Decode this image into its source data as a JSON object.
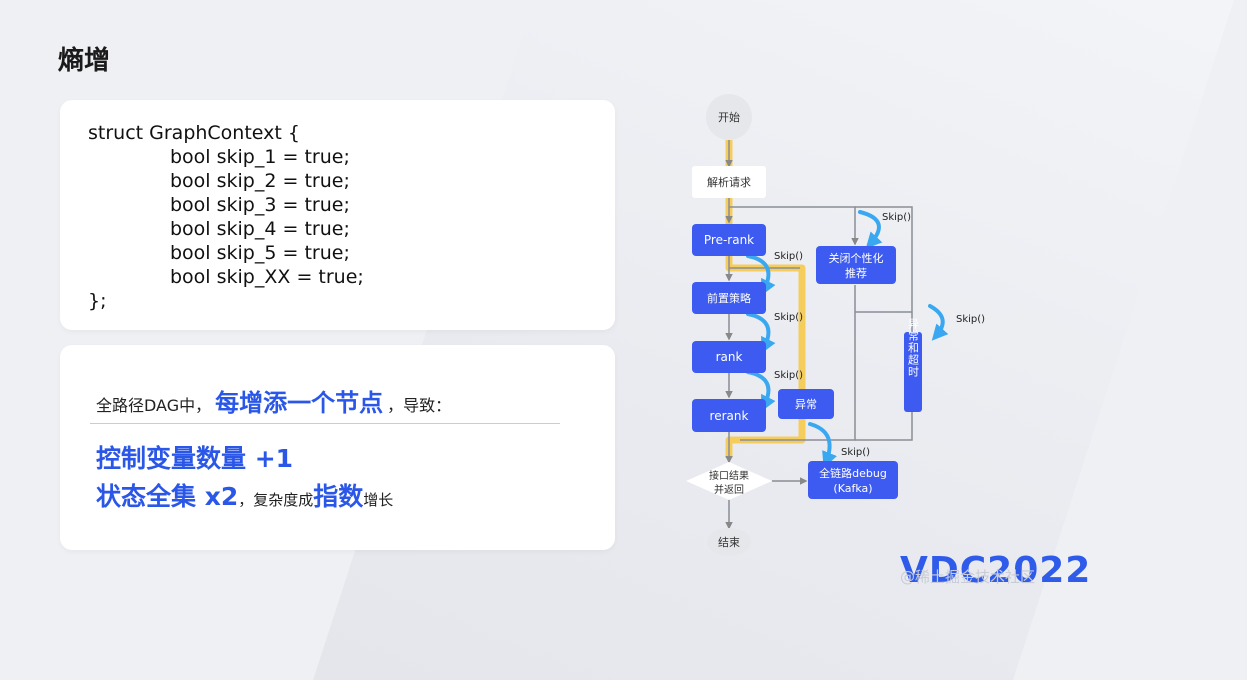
{
  "title": "熵增",
  "code": {
    "lines": [
      "struct GraphContext {",
      "bool skip_1 = true;",
      "bool skip_2 = true;",
      "bool skip_3 = true;",
      "bool skip_4 = true;",
      "bool skip_5 = true;",
      "bool skip_XX = true;",
      "};"
    ]
  },
  "explain": {
    "prefix": "全路径DAG中，",
    "highlight": "每增添一个节点",
    "suffix": "，导致：",
    "line1": "控制变量数量 +1",
    "line2_main": "状态全集 x2",
    "line2_mid": "，复杂度成",
    "line2_hi": "指数",
    "line2_tail": "增长"
  },
  "flow": {
    "start": "开始",
    "parse": "解析请求",
    "prerank": "Pre-rank",
    "prestrategy": "前置策略",
    "rank": "rank",
    "rerank": "rerank",
    "personal_line1": "关闭个性化",
    "personal_line2": "推荐",
    "exception": "异常",
    "timeout": "异常和超时",
    "merge_line1": "接口结果",
    "merge_line2": "并返回",
    "debug_line1": "全链路debug",
    "debug_line2": "(Kafka)",
    "end": "结束",
    "skip_label": "Skip()"
  },
  "branding": {
    "logo": "VDC2022",
    "watermark": "@稀土掘金技术社区"
  },
  "colors": {
    "blue": "#3d5bf0",
    "arrow": "#3aa8f0",
    "highlight": "#f5cd5c"
  }
}
